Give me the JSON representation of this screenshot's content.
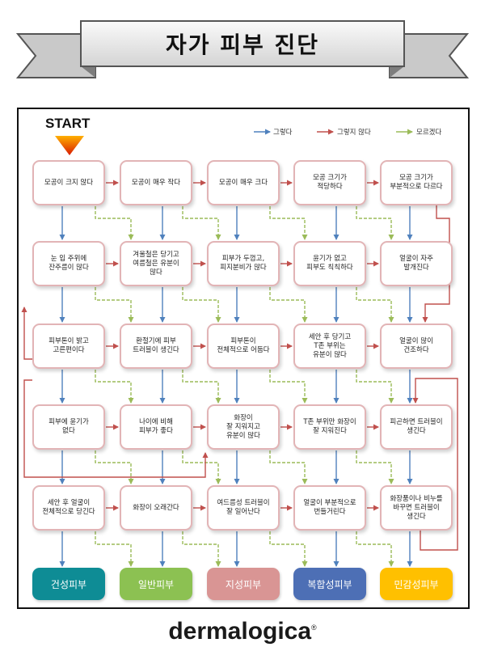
{
  "title": "자가 피부 진단",
  "start_label": "START",
  "legend": [
    {
      "label": "그렇다",
      "color": "#4f81bd"
    },
    {
      "label": "그렇지 않다",
      "color": "#c0504d"
    },
    {
      "label": "모르겠다",
      "color": "#9bbb59"
    }
  ],
  "questions": [
    [
      "모공이 크지 않다",
      "모공이 매우 작다",
      "모공이 매우 크다",
      "모공 크기가\n적당하다",
      "모공 크기가\n부분적으로 다르다"
    ],
    [
      "눈 입 주위에\n잔주름이 많다",
      "겨울철은 당기고\n여름철은 유분이\n많다",
      "피부가 두껍고,\n피지분비가 많다",
      "윤기가 없고\n피부도 칙칙하다",
      "얼굴이 자주\n발개진다"
    ],
    [
      "피부톤이 밝고\n고른편이다",
      "환절기에 피부\n트러블이 생긴다",
      "피부톤이\n전체적으로 어둡다",
      "세안 후 당기고\nT존 부위는\n유분이 많다",
      "얼굴이 많이\n건조하다"
    ],
    [
      "피부에 윤기가\n없다",
      "나이에 비해\n피부가 좋다",
      "화장이\n잘 지워지고\n유분이 많다",
      "T존 부위만 화장이\n잘 지워진다",
      "피곤하면 트러블이\n생긴다"
    ],
    [
      "세안 후 얼굴이\n전체적으로 당긴다",
      "화장이 오래간다",
      "여드름성 트러블이\n잘 일어난다",
      "얼굴이 부분적으로\n번들거린다",
      "화장품이나 비누를\n바꾸면 트러블이\n생긴다"
    ]
  ],
  "results": [
    {
      "label": "건성피부",
      "color": "#0e8c95"
    },
    {
      "label": "일반피부",
      "color": "#8cc152"
    },
    {
      "label": "지성피부",
      "color": "#d99594"
    },
    {
      "label": "복합성피부",
      "color": "#4d6fb5"
    },
    {
      "label": "민감성피부",
      "color": "#ffc000"
    }
  ],
  "logo": "dermalogica"
}
